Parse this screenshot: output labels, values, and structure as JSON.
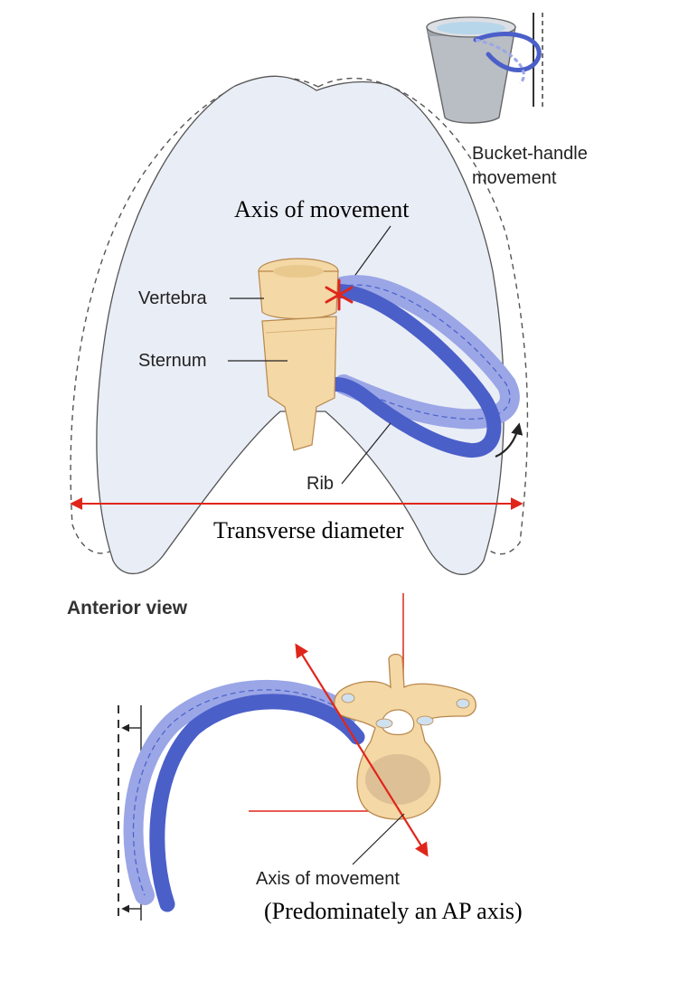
{
  "labels": {
    "bucket_handle": [
      "Bucket-handle",
      "movement"
    ],
    "axis_top": "Axis of movement",
    "vertebra": "Vertebra",
    "sternum": "Sternum",
    "rib": "Rib",
    "transverse_diameter": "Transverse diameter",
    "anterior_view": "Anterior view",
    "axis_bottom": "Axis of movement",
    "axis_note": "(Predominately an AP axis)"
  },
  "icons": [
    "bucket-icon",
    "asterisk-marker",
    "motion-arrow-icon"
  ],
  "colors": {
    "annotation_red": "#e0261b",
    "rib_blue": "#4b5fc9",
    "rib_light": "#9aa6e6",
    "bone": "#f4d8a6",
    "bone_outline": "#b8884c",
    "thorax_fill": "#e9edf6"
  }
}
